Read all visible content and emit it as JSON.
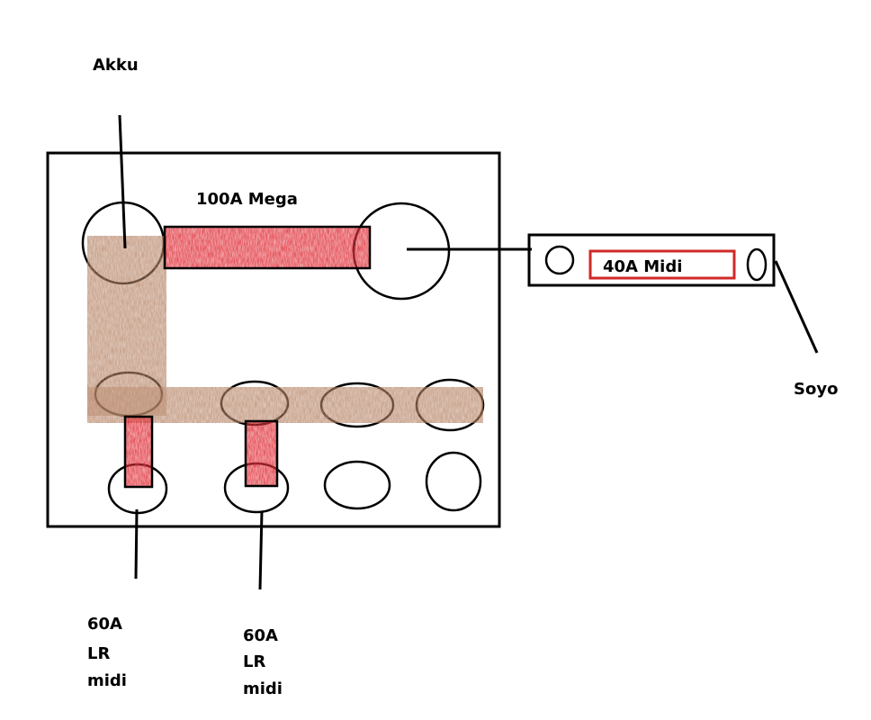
{
  "labels": {
    "akku": "Akku",
    "mega": "100A Mega",
    "midi_40": "40A Midi",
    "soyo": "Soyo",
    "fuse_left": [
      "60A",
      "LR",
      "midi"
    ],
    "fuse_right": [
      "60A",
      "LR",
      "midi"
    ]
  },
  "colors": {
    "outline": "#000000",
    "fuse_red": "#e0323c",
    "busbar_brown": "#b8876a",
    "midi_box_border": "#d02828",
    "background": "#ffffff"
  }
}
